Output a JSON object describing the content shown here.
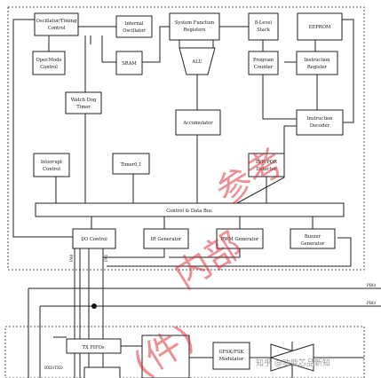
{
  "blocks": {
    "osc_timing": [
      "Oscillator/Timing",
      "Control"
    ],
    "internal_osc": [
      "Internal",
      "Oscillator"
    ],
    "sys_func_regs": [
      "System Function",
      "Registers"
    ],
    "level_stack": [
      "8-Level",
      "Stack"
    ],
    "eeprom": "EEPROM",
    "oper_mode": [
      "Oper.Mode",
      "Control"
    ],
    "sram": "SRAM",
    "alu": "ALU",
    "prog_counter": [
      "Program",
      "Counter"
    ],
    "instr_reg": [
      "Instruction",
      "Register"
    ],
    "watchdog": [
      "Watch Dog",
      "Timer"
    ],
    "accumulator": "Accumulator",
    "instr_decoder": [
      "Instruction",
      "Decoder"
    ],
    "interrupt": [
      "Interrupt",
      "Control"
    ],
    "timer": "Timer0,1",
    "lvr_por": [
      "LVR/POR",
      "Detector"
    ],
    "ctrl_bus": "Control & Data Bus",
    "io_control": "I/O Control",
    "ir_gen": "IR Generator",
    "pwm_gen": "PWM Generator",
    "buzzer_gen": [
      "Buzzer",
      "Generator"
    ],
    "tx_fifo": "TX FIFOs",
    "gfsk": [
      "GFSK/FSK",
      "Modulator"
    ]
  },
  "pins": {
    "io_left": "PA0",
    "io_right": "PA1",
    "edge_top": "PB0/",
    "edge_bottom": "PB0/",
    "rx_left": "RXD/TXD"
  },
  "watermark": [
    "(件)",
    "内部",
    "参考"
  ],
  "credit": "知乎 @功能芯品新知"
}
